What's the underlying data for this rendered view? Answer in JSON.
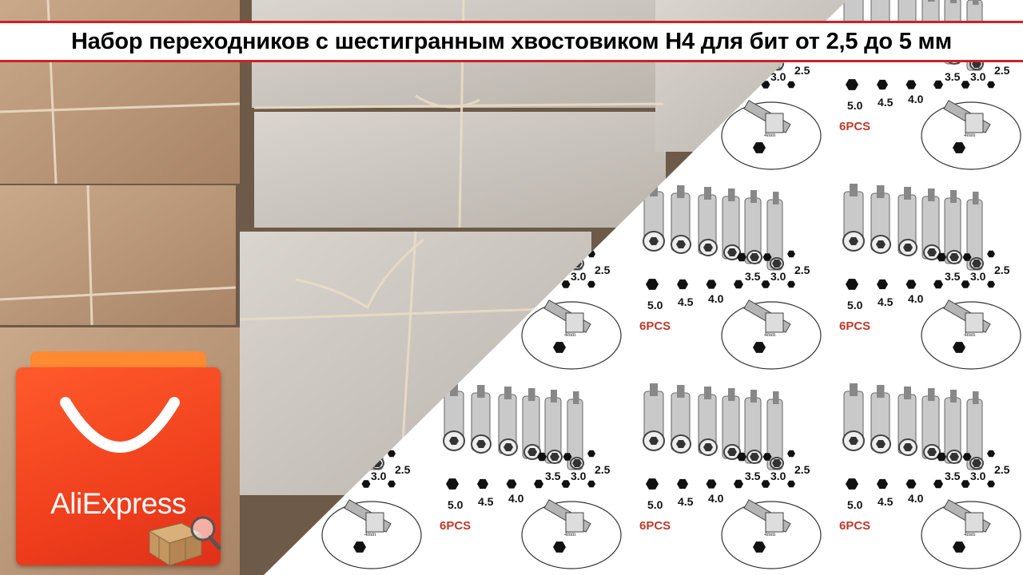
{
  "title": "Набор переходников с шестигранным хвостовиком H4 для бит от 2,5 до 5 мм",
  "logo": {
    "brand": "AliExpress",
    "icon": "shopping-bag-icon",
    "overlay_icon": "parcel-magnifier-icon"
  },
  "product_tile": {
    "sizes_back_row": [
      "3.5",
      "3.0",
      "2.5"
    ],
    "sizes_front_row": [
      "5.0",
      "4.5",
      "4.0"
    ],
    "pcs_label": "6PCS",
    "shank_label": "4mm"
  },
  "colors": {
    "title_border": "#cf2026",
    "logo_bag": "#f0401d",
    "pcs_text": "#c0392b"
  }
}
